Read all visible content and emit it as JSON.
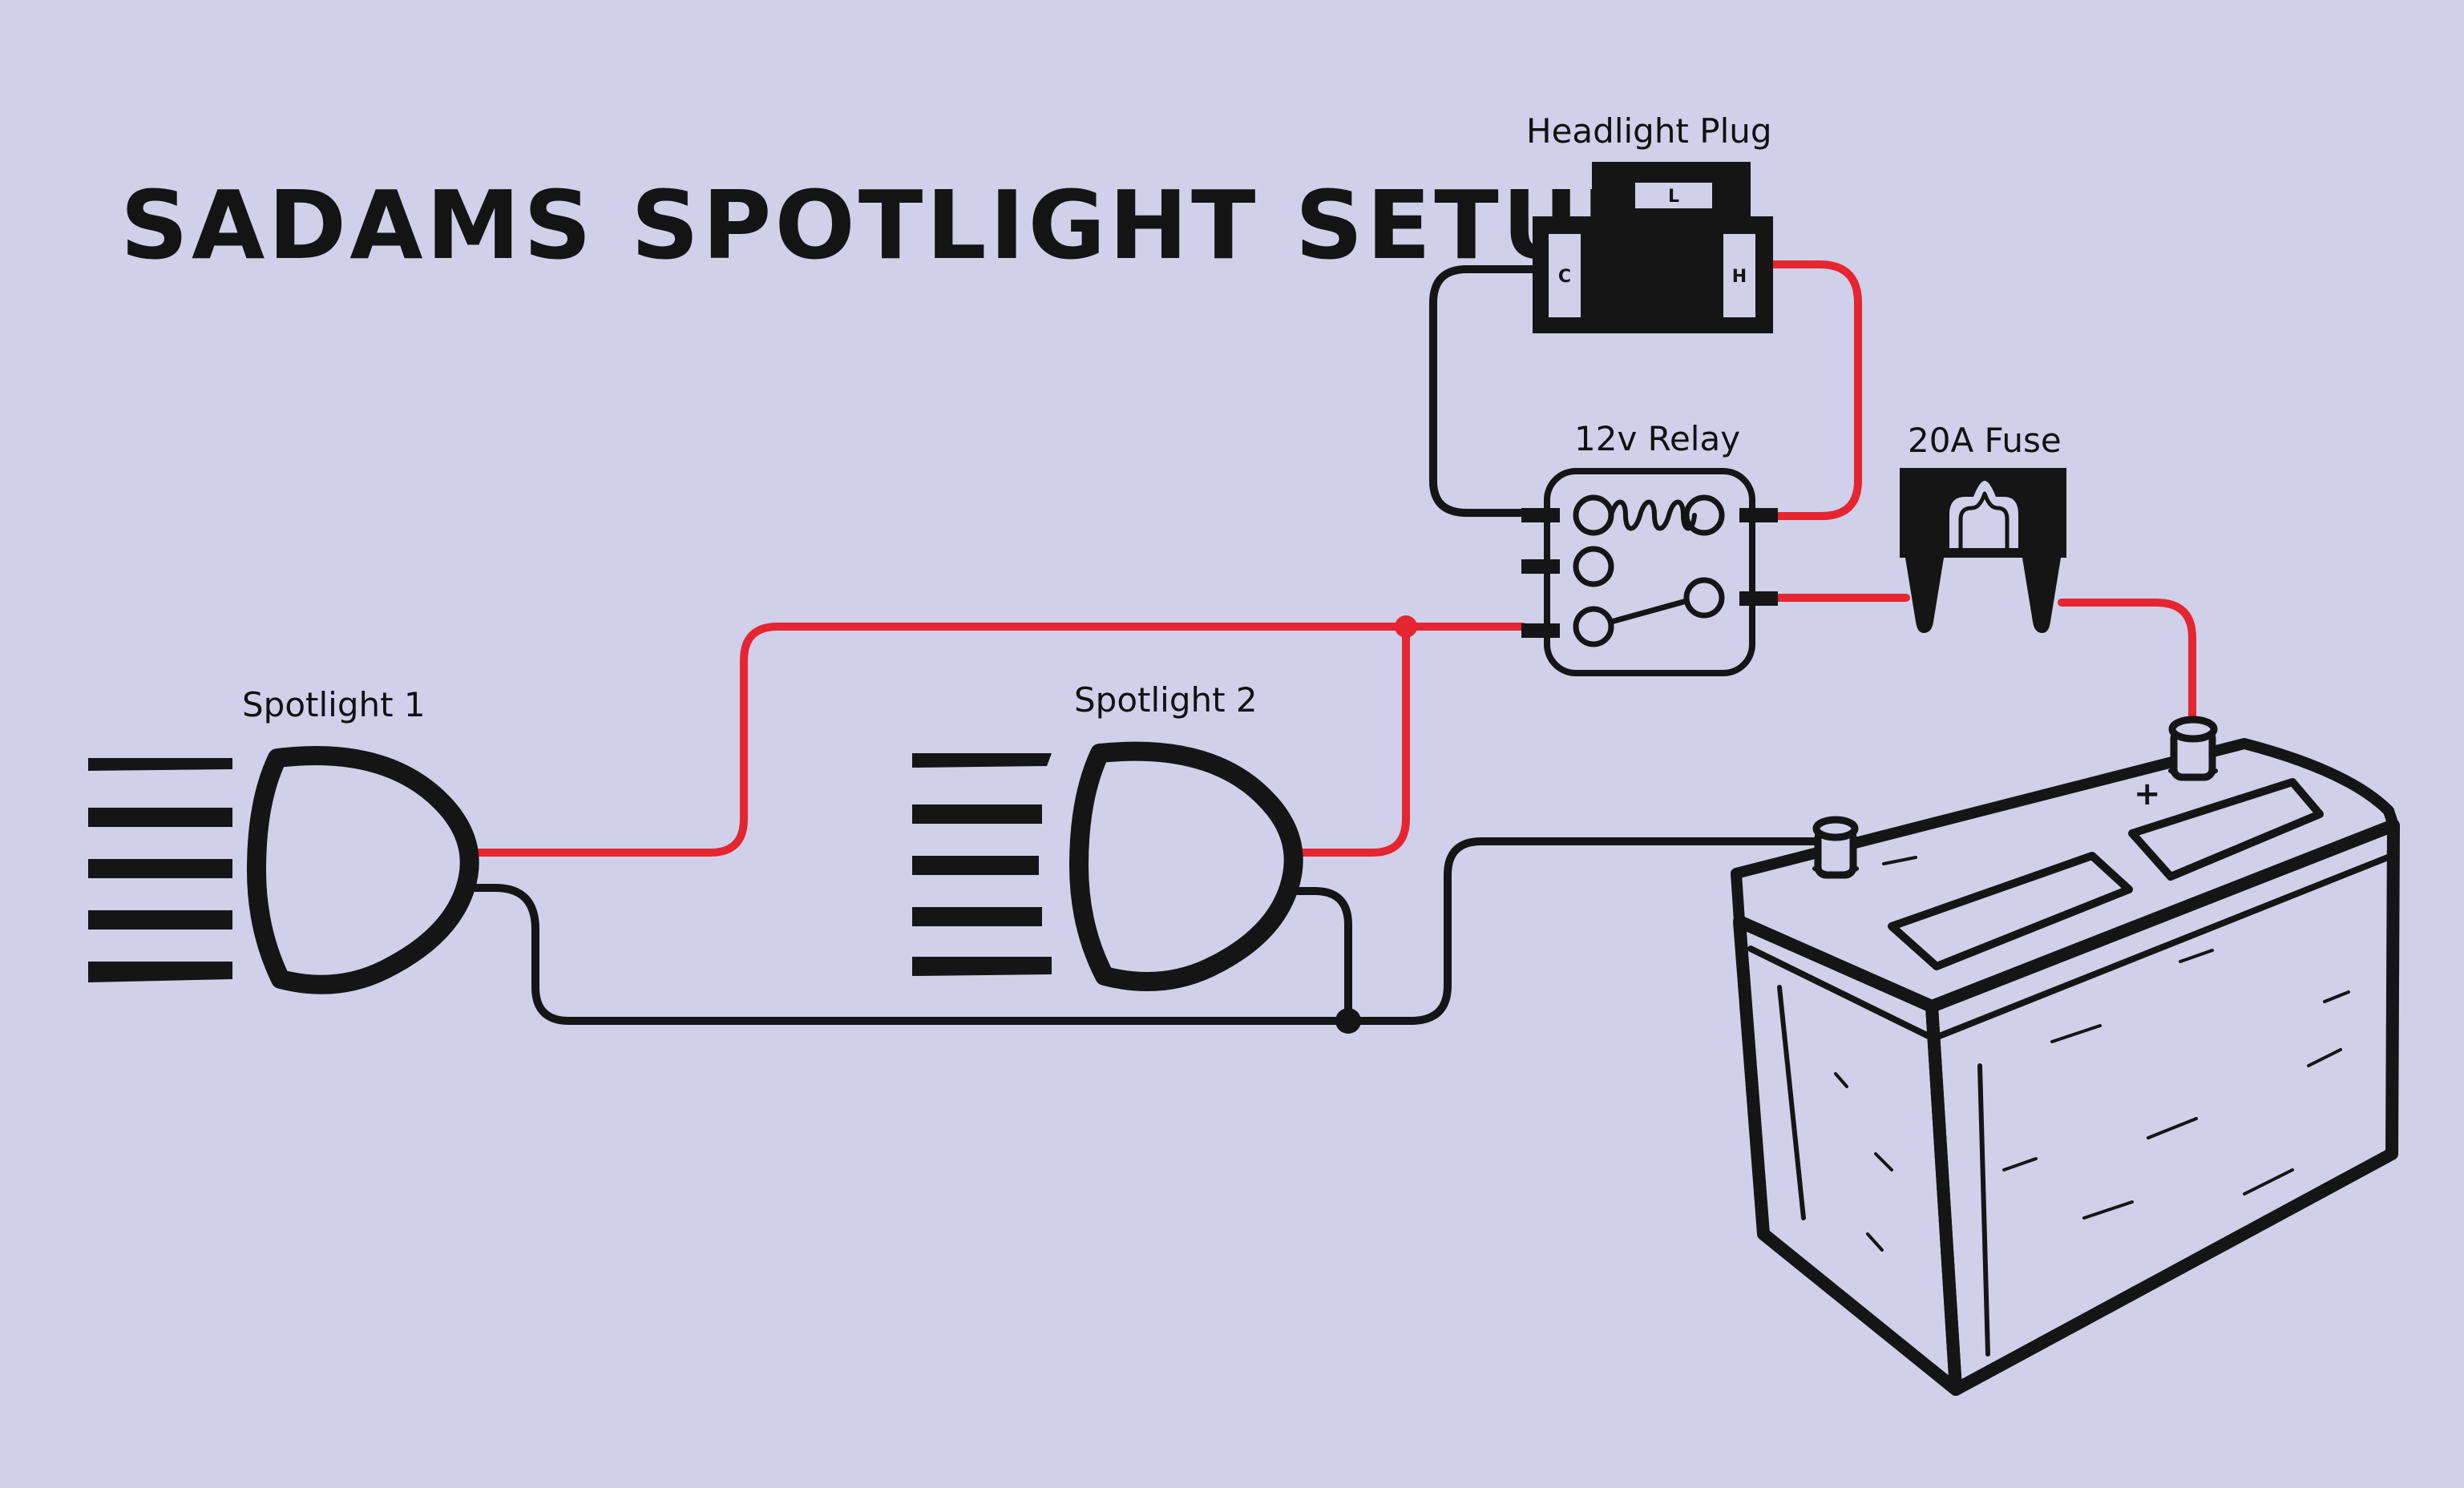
{
  "title": "SADAMS SPOTLIGHT SETUP",
  "labels": {
    "headlight_plug": "Headlight Plug",
    "relay": "12v Relay",
    "fuse": "20A Fuse",
    "spotlight_1": "Spotlight 1",
    "spotlight_2": "Spotlight 2"
  },
  "plug_pins": {
    "top": "L",
    "left": "C",
    "right": "H"
  },
  "battery": {
    "positive_symbol": "+"
  },
  "colors": {
    "background": "#d0d0ea",
    "positive_wire": "#e52530",
    "ground_wire": "#151515"
  }
}
